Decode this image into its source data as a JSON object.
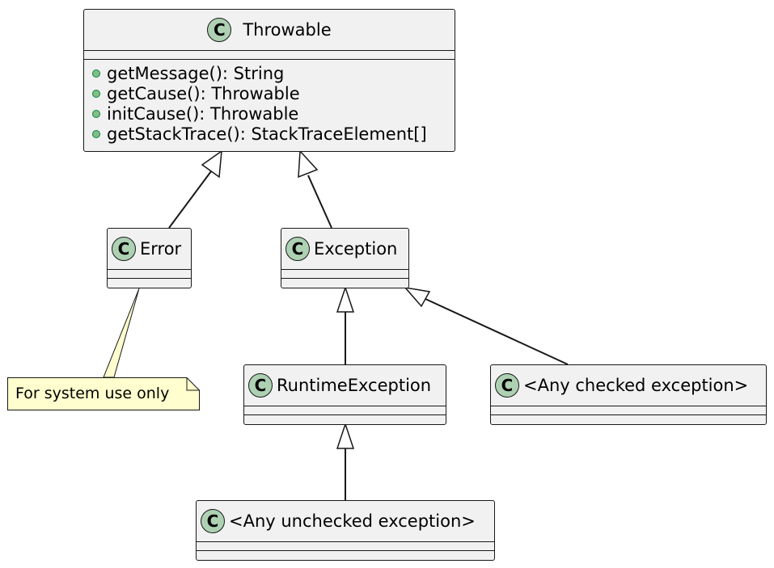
{
  "classes": {
    "throwable": {
      "icon_letter": "C",
      "name": "Throwable",
      "methods": [
        "getMessage(): String",
        "getCause(): Throwable",
        "initCause(): Throwable",
        "getStackTrace(): StackTraceElement[]"
      ]
    },
    "error": {
      "icon_letter": "C",
      "name": "Error"
    },
    "exception": {
      "icon_letter": "C",
      "name": "Exception"
    },
    "runtime_exception": {
      "icon_letter": "C",
      "name": "RuntimeException"
    },
    "any_checked": {
      "icon_letter": "C",
      "name": "<Any checked exception>"
    },
    "any_unchecked": {
      "icon_letter": "C",
      "name": "<Any unchecked exception>"
    }
  },
  "note": {
    "text": "For system use only"
  },
  "relations": [
    {
      "type": "inheritance",
      "child": "Error",
      "parent": "Throwable"
    },
    {
      "type": "inheritance",
      "child": "Exception",
      "parent": "Throwable"
    },
    {
      "type": "inheritance",
      "child": "RuntimeException",
      "parent": "Exception"
    },
    {
      "type": "inheritance",
      "child": "<Any checked exception>",
      "parent": "Exception"
    },
    {
      "type": "inheritance",
      "child": "<Any unchecked exception>",
      "parent": "RuntimeException"
    }
  ],
  "colors": {
    "class_fill": "#f1f1f1",
    "class_icon": "#add1b2",
    "method_public_icon": "#84be84",
    "note_fill": "#fefece",
    "line": "#181818"
  }
}
